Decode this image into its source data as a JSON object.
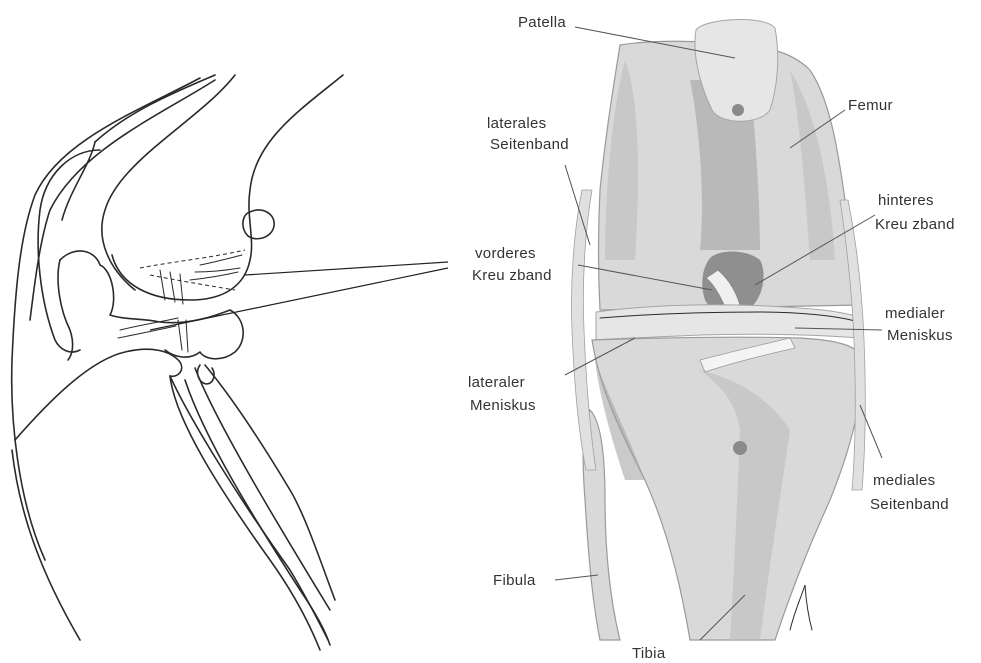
{
  "labels": {
    "patella": "Patella",
    "femur": "Femur",
    "lateral_ligament": [
      "laterales",
      "Seitenband"
    ],
    "posterior_cruciate": [
      "hinteres",
      "Kreu zband"
    ],
    "anterior_cruciate": [
      "vorderes",
      "Kreu zband"
    ],
    "medial_meniscus": [
      "medialer",
      "Meniskus"
    ],
    "lateral_meniscus": [
      "lateraler",
      "Meniskus"
    ],
    "medial_ligament": [
      "mediales",
      "Seitenband"
    ],
    "fibula": "Fibula",
    "tibia": "Tibia"
  },
  "colors": {
    "line_art": "#2a2a2a",
    "bone_fill": "#d9d9d9",
    "label_text": "#333333"
  }
}
